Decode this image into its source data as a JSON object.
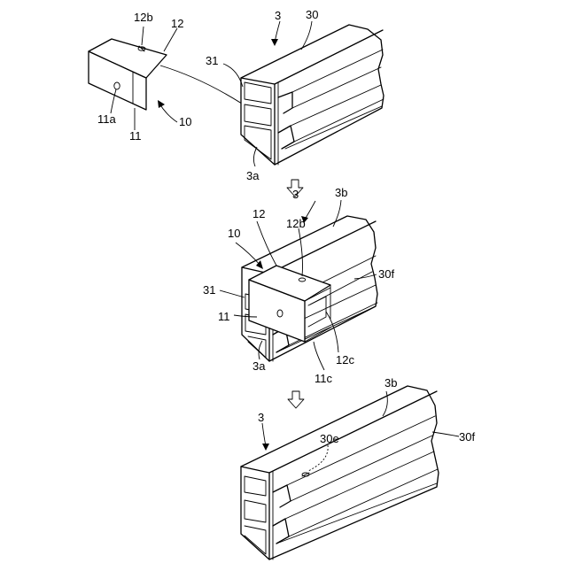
{
  "diagram": {
    "top": {
      "labels": {
        "ref_12b": "12b",
        "ref_12": "12",
        "ref_3": "3",
        "ref_30": "30",
        "ref_31": "31",
        "ref_11a": "11a",
        "ref_11": "11",
        "ref_10": "10",
        "ref_3a": "3a"
      }
    },
    "middle": {
      "labels": {
        "ref_3": "3",
        "ref_3b": "3b",
        "ref_12": "12",
        "ref_12b": "12b",
        "ref_10": "10",
        "ref_30f": "30f",
        "ref_31": "31",
        "ref_11": "11",
        "ref_3a": "3a",
        "ref_12c": "12c",
        "ref_11c": "11c"
      }
    },
    "bottom": {
      "labels": {
        "ref_3b": "3b",
        "ref_3": "3",
        "ref_30f": "30f",
        "ref_30e": "30e"
      }
    },
    "step_arrows": [
      "down-arrow",
      "down-arrow"
    ]
  }
}
